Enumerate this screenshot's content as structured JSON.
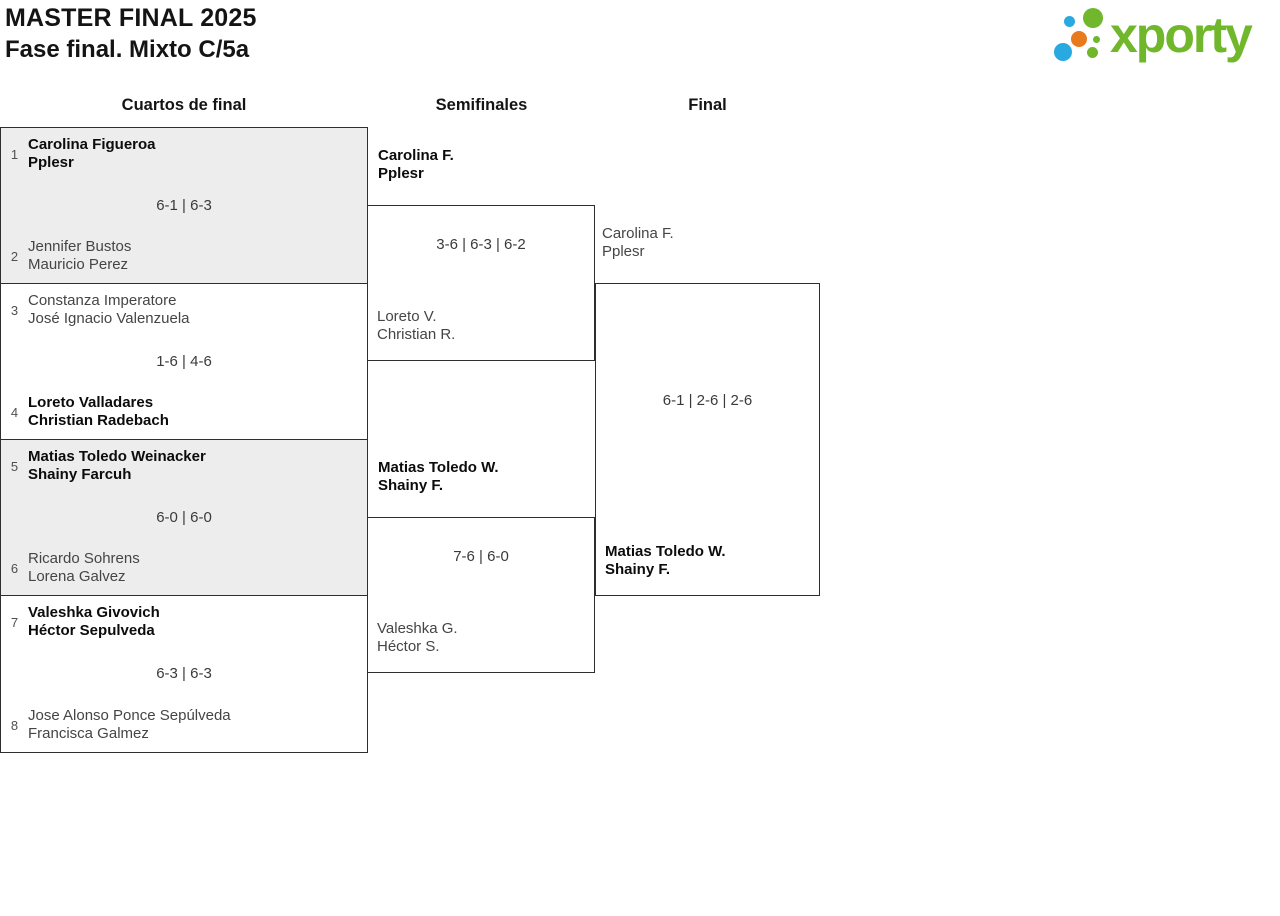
{
  "header": {
    "title_line1": "MASTER FINAL 2025",
    "title_line2": "Fase final. Mixto C/5a",
    "logo_text": "xporty"
  },
  "brand_colors": {
    "green": "#71b72c",
    "blue": "#29a9e1",
    "orange": "#e8791d"
  },
  "rounds": [
    {
      "label": "Cuartos de final"
    },
    {
      "label": "Semifinales"
    },
    {
      "label": "Final"
    }
  ],
  "bracket": {
    "quarterfinals": [
      {
        "seed_top": "1",
        "team_top": [
          "Carolina Figueroa",
          "Pplesr"
        ],
        "top_winner": true,
        "score": "6-1 | 6-3",
        "seed_bottom": "2",
        "team_bottom": [
          "Jennifer Bustos",
          "Mauricio Perez"
        ],
        "bottom_winner": false,
        "shaded": true
      },
      {
        "seed_top": "3",
        "team_top": [
          "Constanza Imperatore",
          "José Ignacio Valenzuela"
        ],
        "top_winner": false,
        "score": "1-6 | 4-6",
        "seed_bottom": "4",
        "team_bottom": [
          "Loreto Valladares",
          "Christian Radebach"
        ],
        "bottom_winner": true,
        "shaded": false
      },
      {
        "seed_top": "5",
        "team_top": [
          "Matias Toledo Weinacker",
          "Shainy Farcuh"
        ],
        "top_winner": true,
        "score": "6-0 | 6-0",
        "seed_bottom": "6",
        "team_bottom": [
          "Ricardo Sohrens",
          "Lorena Galvez"
        ],
        "bottom_winner": false,
        "shaded": true
      },
      {
        "seed_top": "7",
        "team_top": [
          "Valeshka Givovich",
          "Héctor Sepulveda"
        ],
        "top_winner": true,
        "score": "6-3 | 6-3",
        "seed_bottom": "8",
        "team_bottom": [
          "Jose Alonso Ponce Sepúlveda",
          "Francisca Galmez"
        ],
        "bottom_winner": false,
        "shaded": false
      }
    ],
    "semifinals": [
      {
        "winner": [
          "Carolina F.",
          "Pplesr"
        ],
        "score": "3-6 | 6-3 | 6-2",
        "loser": [
          "Loreto V.",
          "Christian R."
        ]
      },
      {
        "winner": [
          "Matias Toledo W.",
          "Shainy F."
        ],
        "score": "7-6 | 6-0",
        "loser": [
          "Valeshka G.",
          "Héctor S."
        ]
      }
    ],
    "final": {
      "team_top": [
        "Carolina F.",
        "Pplesr"
      ],
      "top_winner": false,
      "score": "6-1 | 2-6 | 2-6",
      "team_bottom": [
        "Matias Toledo W.",
        "Shainy F."
      ],
      "bottom_winner": true
    }
  }
}
